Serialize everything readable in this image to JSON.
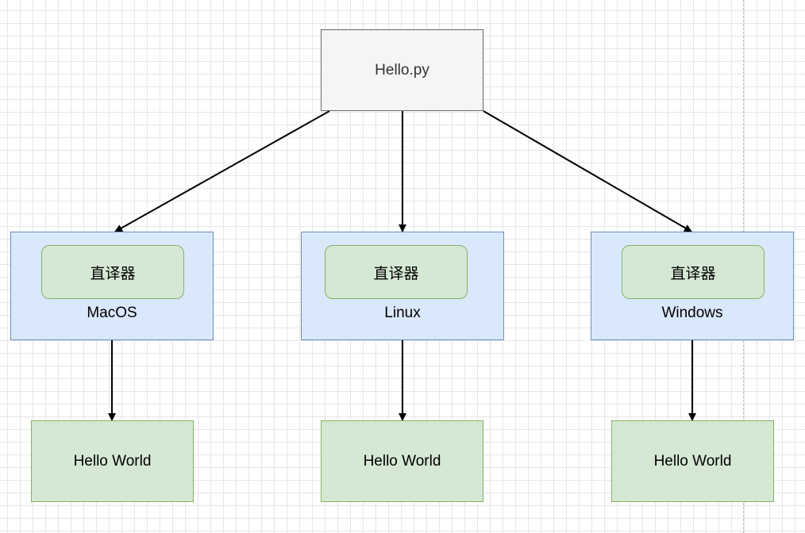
{
  "diagram": {
    "source": {
      "label": "Hello.py"
    },
    "platforms": [
      {
        "interpreter_label": "直译器",
        "os_label": "MacOS",
        "output_label": "Hello World"
      },
      {
        "interpreter_label": "直译器",
        "os_label": "Linux",
        "output_label": "Hello World"
      },
      {
        "interpreter_label": "直译器",
        "os_label": "Windows",
        "output_label": "Hello World"
      }
    ]
  },
  "colors": {
    "source_fill": "#f5f5f5",
    "source_stroke": "#666666",
    "platform_fill": "#dae8fc",
    "platform_stroke": "#6c8ebf",
    "green_fill": "#d5e8d4",
    "green_stroke": "#82b366",
    "edge": "#000000"
  }
}
